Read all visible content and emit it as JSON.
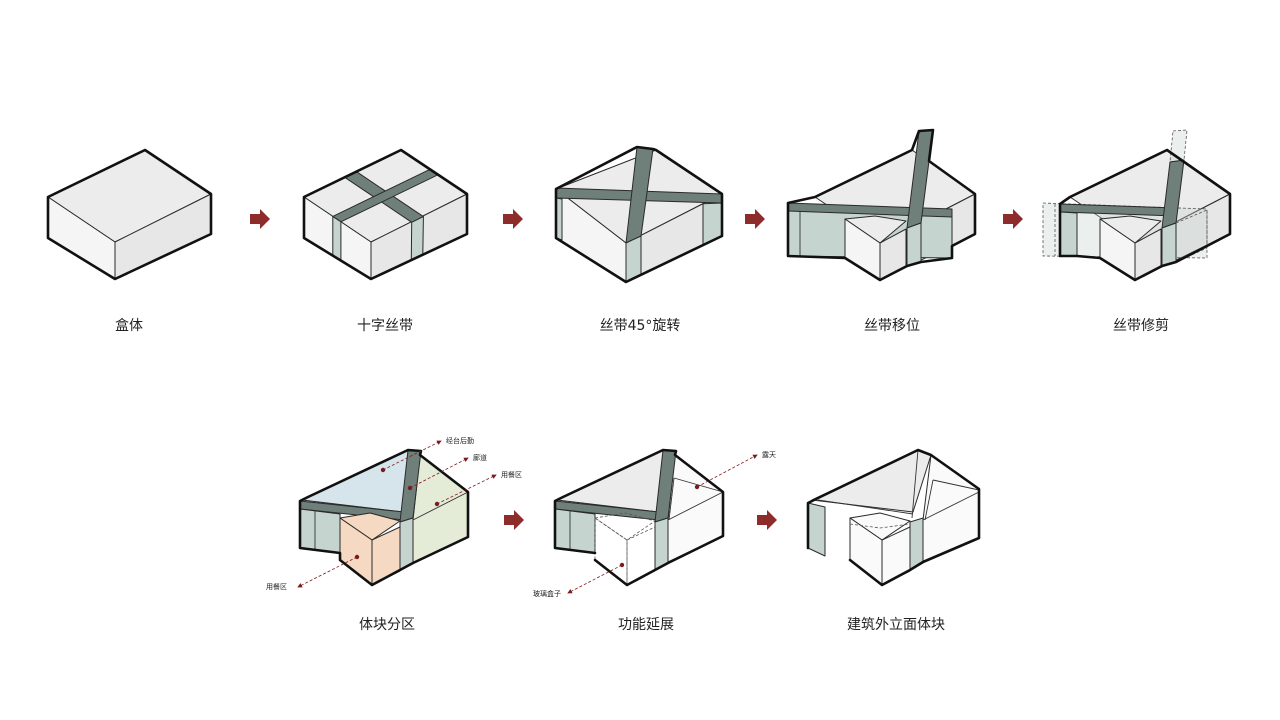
{
  "steps": [
    {
      "label": "盒体"
    },
    {
      "label": "十字丝带"
    },
    {
      "label": "丝带45°旋转"
    },
    {
      "label": "丝带移位"
    },
    {
      "label": "丝带修剪"
    },
    {
      "label": "体块分区"
    },
    {
      "label": "功能延展"
    },
    {
      "label": "建筑外立面体块"
    }
  ],
  "annotations": {
    "zoning": [
      "经台后勤",
      "廊道",
      "用餐区",
      "用餐区"
    ],
    "extension": [
      "露天",
      "玻璃盒子"
    ]
  },
  "icons": {
    "step_arrow": "right-arrow-icon"
  },
  "colors": {
    "box_top": "#ececec",
    "box_left": "#f5f5f5",
    "box_right": "#e7e7e7",
    "ribbon_dark": "#6f7f7a",
    "ribbon_light": "#c6d4cf",
    "arrow": "#8e2c2c",
    "zone_blue": "#d6e5ec",
    "zone_green": "#e4ebd7",
    "zone_peach": "#f5d9c2",
    "open_white": "#fafafa"
  }
}
